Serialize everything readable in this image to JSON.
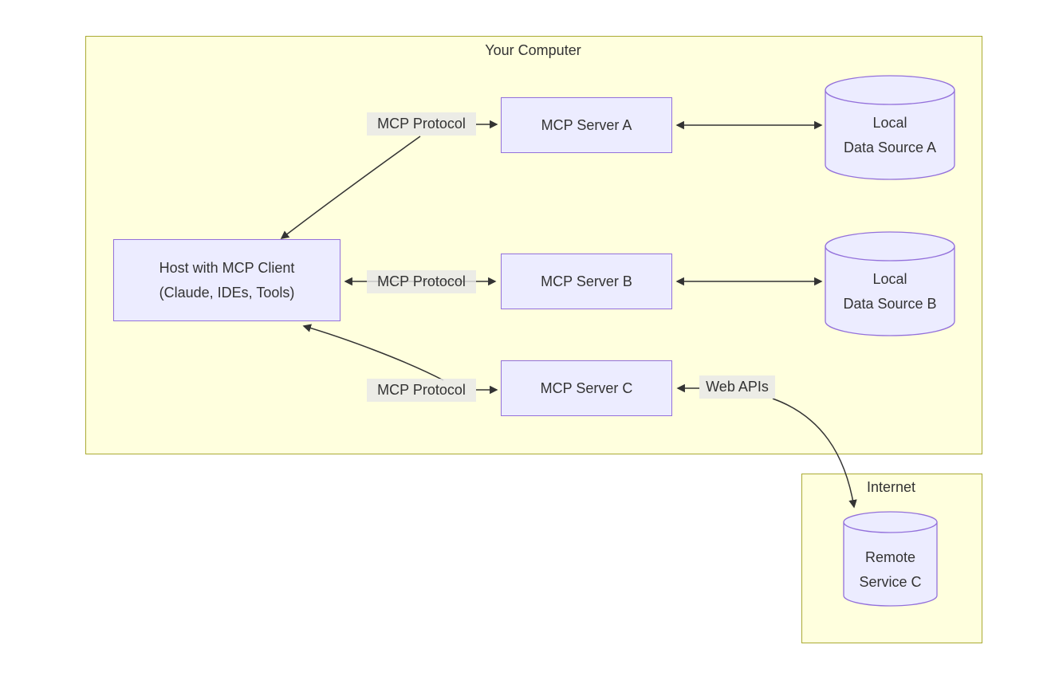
{
  "diagram": {
    "type": "flowchart",
    "clusters": [
      {
        "id": "your-computer",
        "label": "Your Computer"
      },
      {
        "id": "internet",
        "label": "Internet"
      }
    ],
    "nodes": {
      "host": {
        "line1": "Host with MCP Client",
        "line2": "(Claude, IDEs, Tools)",
        "shape": "rect"
      },
      "server_a": {
        "label": "MCP Server A",
        "shape": "rect"
      },
      "server_b": {
        "label": "MCP Server B",
        "shape": "rect"
      },
      "server_c": {
        "label": "MCP Server C",
        "shape": "rect"
      },
      "data_a": {
        "line1": "Local",
        "line2": "Data Source A",
        "shape": "cylinder"
      },
      "data_b": {
        "line1": "Local",
        "line2": "Data Source B",
        "shape": "cylinder"
      },
      "remote_c": {
        "line1": "Remote",
        "line2": "Service C",
        "shape": "cylinder"
      }
    },
    "edges": [
      {
        "from": "host",
        "to": "server_a",
        "label": "MCP Protocol",
        "bidirectional": true
      },
      {
        "from": "host",
        "to": "server_b",
        "label": "MCP Protocol",
        "bidirectional": true
      },
      {
        "from": "host",
        "to": "server_c",
        "label": "MCP Protocol",
        "bidirectional": true
      },
      {
        "from": "server_a",
        "to": "data_a",
        "label": "",
        "bidirectional": true
      },
      {
        "from": "server_b",
        "to": "data_b",
        "label": "",
        "bidirectional": true
      },
      {
        "from": "server_c",
        "to": "remote_c",
        "label": "Web APIs",
        "bidirectional": true
      }
    ],
    "edge_labels": {
      "mcp_a": "MCP Protocol",
      "mcp_b": "MCP Protocol",
      "mcp_c": "MCP Protocol",
      "web": "Web APIs"
    },
    "colors": {
      "cluster_fill": "#ffffde",
      "cluster_border": "#aaaa33",
      "node_fill": "#ececff",
      "node_border": "#9370db",
      "edge_stroke": "#333333",
      "edge_label_bg": "#e8e8e8",
      "text": "#333333",
      "page_bg": "#ffffff"
    }
  }
}
